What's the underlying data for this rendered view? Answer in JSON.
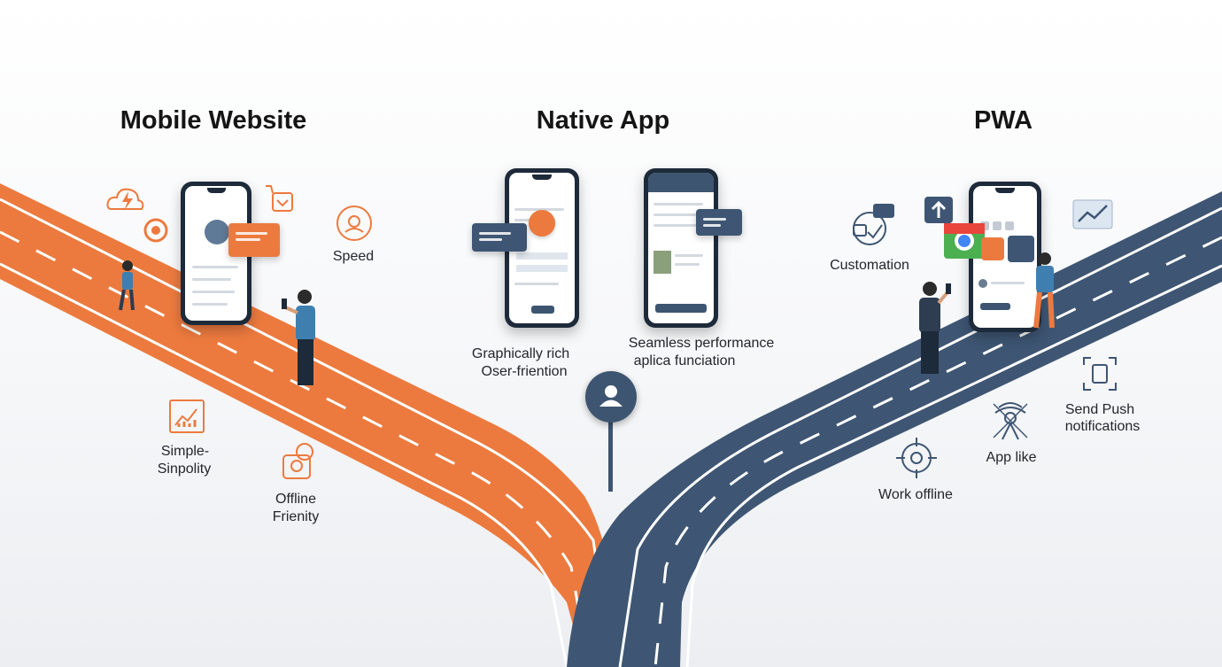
{
  "headings": {
    "mobile": "Mobile Website",
    "native": "Native App",
    "pwa": "PWA"
  },
  "mobile_labels": {
    "speed": "Speed",
    "simple_line1": "Simple-",
    "simple_line2": "Sinpolity",
    "offline_line1": "Offline",
    "offline_line2": "Frienity"
  },
  "native_labels": {
    "graphic_line1": "Graphically rich",
    "graphic_line2": "Oser-friention",
    "seamless_line1": "Seamless performance",
    "seamless_line2": "aplica funciation"
  },
  "pwa_labels": {
    "custom": "Customation",
    "push_line1": "Send Push",
    "push_line2": "notifications",
    "applike": "App like",
    "offline": "Work offline"
  },
  "colors": {
    "orange": "#ec7a3e",
    "navy": "#3e5673",
    "pin": "#3d5570",
    "road_line": "#ffffff"
  },
  "icons": [
    "speed-icon",
    "tool-icon",
    "cart-icon",
    "growth-chart-icon",
    "offline-friendly-icon",
    "user-pin-icon",
    "customization-icon",
    "upload-icon",
    "browser-icon",
    "trend-icon",
    "push-icon",
    "app-like-icon",
    "target-icon"
  ]
}
